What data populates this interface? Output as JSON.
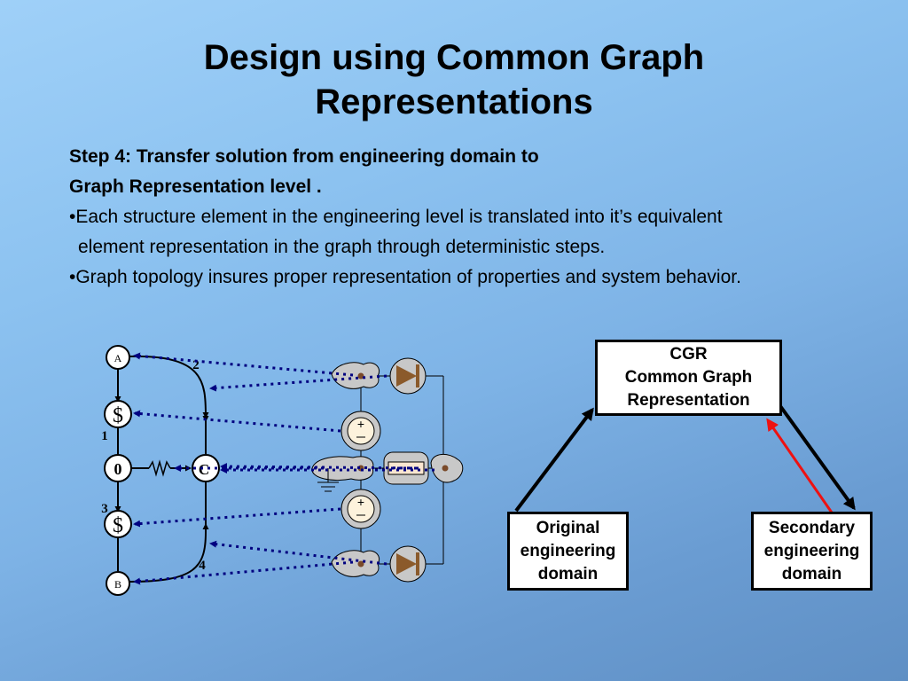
{
  "slide": {
    "title_line1": "Design using Common Graph",
    "title_line2": "Representations",
    "step_line1": "Step 4: Transfer solution from engineering domain to",
    "step_line2": "Graph Representation level .",
    "bullet1_line1": "•Each structure element in the engineering level is translated into it’s equivalent",
    "bullet1_line2": "element representation in the graph through deterministic steps.",
    "bullet2": "•Graph topology insures proper representation of properties and system behavior."
  },
  "graph": {
    "node_a": "A",
    "node_b": "B",
    "node_zero": "0",
    "node_c": "C",
    "edge_1": "1",
    "edge_2": "2",
    "edge_3": "3",
    "edge_4": "4"
  },
  "cgr": {
    "top_line1": "CGR",
    "top_line2": "Common Graph",
    "top_line3": "Representation",
    "left_line1": "Original",
    "left_line2": "engineering",
    "left_line3": "domain",
    "right_line1": "Secondary",
    "right_line2": "engineering",
    "right_line3": "domain"
  },
  "colors": {
    "dotted_arrow": "#000080",
    "red_arrow": "#ee1111",
    "diode": "#8b5a2b",
    "blob_fill": "#c8c8c8"
  }
}
